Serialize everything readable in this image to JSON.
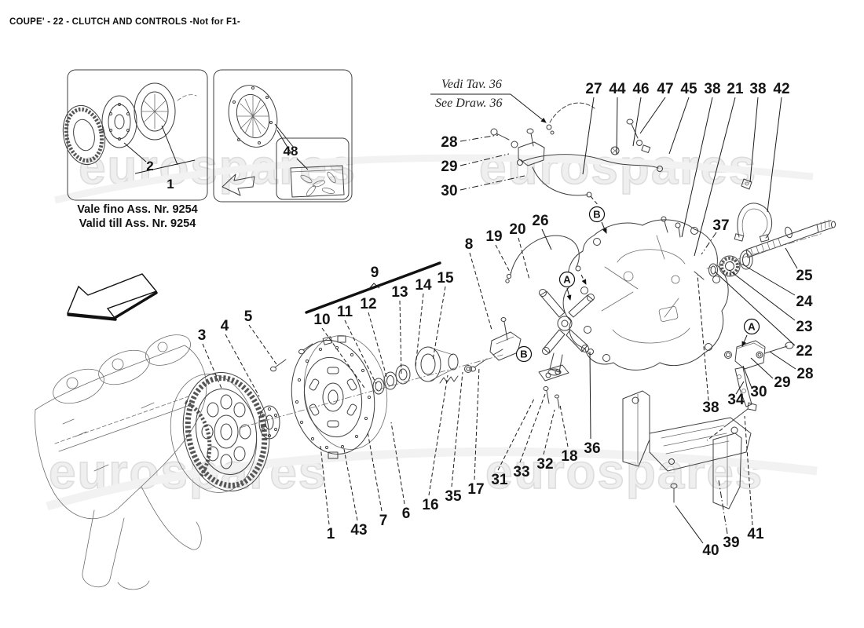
{
  "header": {
    "title": "COUPE' - 22 - CLUTCH AND CONTROLS -Not for F1-"
  },
  "watermark": {
    "text": "eurospares"
  },
  "inset_valid": {
    "labels": {
      "disc": "2",
      "kit": "1"
    },
    "caption_line1": "Vale fino Ass. Nr. 9254",
    "caption_line2": "Valid till Ass. Nr. 9254"
  },
  "inset_kit": {
    "label": "48"
  },
  "see_drawing": {
    "line1": "Vedi Tav. 36",
    "line2": "See Draw. 36"
  },
  "callouts": {
    "top_row": [
      "27",
      "44",
      "46",
      "47",
      "45",
      "38",
      "21",
      "38",
      "42"
    ],
    "left_column": [
      "28",
      "29",
      "30"
    ],
    "pipe_group": [
      "8",
      "19",
      "20",
      "26"
    ],
    "bracket_label": "9",
    "under_bracket": [
      "10",
      "11",
      "12",
      "13",
      "14",
      "15"
    ],
    "flywheel_group": [
      "3",
      "4",
      "5"
    ],
    "right_column": [
      "37",
      "25",
      "24",
      "23",
      "22",
      "28",
      "29",
      "30",
      "34",
      "38"
    ],
    "bottom_row": [
      "1",
      "43",
      "7",
      "6",
      "16",
      "35",
      "17",
      "31",
      "33",
      "32",
      "18",
      "36"
    ],
    "bottom_right": [
      "40",
      "39",
      "41"
    ],
    "letters": [
      "B",
      "A",
      "B",
      "A"
    ]
  }
}
